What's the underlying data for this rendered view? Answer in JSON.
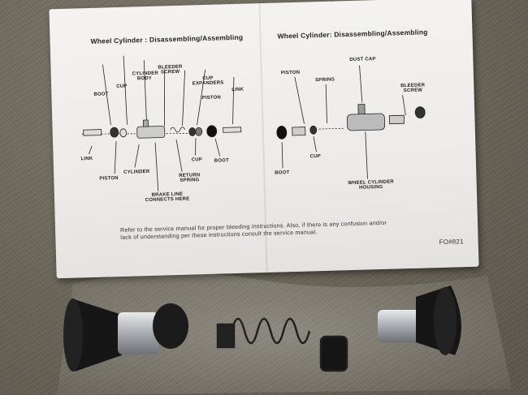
{
  "sheet": {
    "left_title": "Wheel Cylinder : Disassembling/Assembling",
    "right_title": "Wheel Cylinder: Disassembling/Assembling",
    "left_labels": {
      "bleeder_screw": "BLEEDER SCREW",
      "cylinder_body": "CYLINDER BODY",
      "cup_top": "CUP",
      "boot_top": "BOOT",
      "cup_expanders": "CUP EXPANDERS",
      "piston_top": "PISTON",
      "link_top": "LINK",
      "link_bottom": "LINK",
      "piston_bottom": "PISTON",
      "cylinder": "CYLINDER",
      "return_spring": "RETURN SPRING",
      "cup_bottom": "CUP",
      "boot_bottom": "BOOT",
      "brake_line": "BRAKE LINE CONNECTS HERE"
    },
    "right_labels": {
      "dust_cap": "DUST CAP",
      "piston": "PISTON",
      "spring": "SPRING",
      "bleeder_screw": "BLEEDER SCREW",
      "boot": "BOOT",
      "cup": "CUP",
      "wheel_cylinder_housing": "WHEEL CYLINDER HOUSING"
    },
    "instructions": "Refer to the service manual for proper bleeding instructions.  Also, if there is any confusion and/or lack of understanding per these instructions consult the service manual.",
    "form_code": "FO#821"
  },
  "colors": {
    "paper": "#eeedeb",
    "carpet": "#6a6559",
    "rubber": "#1c1c1c",
    "steel": "#b9bcbf"
  }
}
